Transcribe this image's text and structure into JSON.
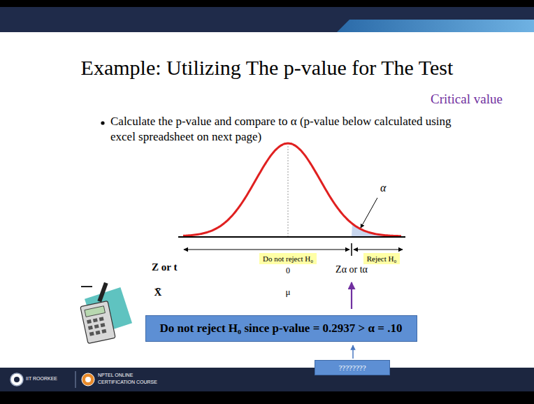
{
  "diagram": {
    "title": "Example: Utilizing The p-value for The Test",
    "nodes": [
      {
        "text": [
          "Do not reject H₀"
        ]
      },
      {
        "text": [
          "Reject H₀"
        ]
      },
      {
        "text": [
          "Do not reject H₀ since p-value = 0.2937 > α = .10"
        ]
      },
      {
        "text": [
          "????????"
        ]
      }
    ],
    "labels": [
      "Critical value",
      "Calculate the p-value and compare to α (p-value below calculated using excel spreadsheet on next page)",
      "α",
      "Z or t",
      "0",
      "Zα or tα",
      "X̄",
      "μ",
      "IIT ROORKEE",
      "NPTEL ONLINE",
      "CERTIFICATION COURSE"
    ]
  }
}
